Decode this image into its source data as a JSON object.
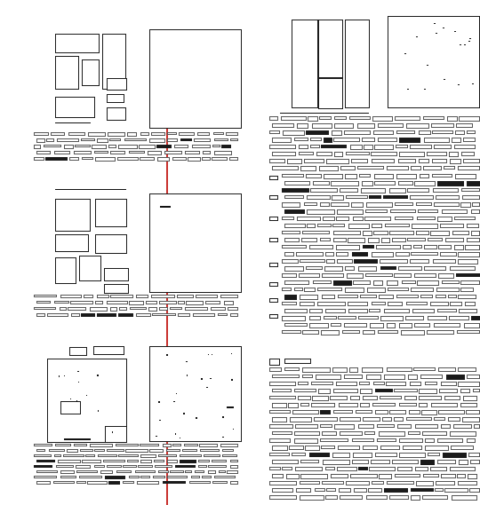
{
  "colors": {
    "background": "#ffffff",
    "stroke": "#1a1a1a",
    "accent_line": "#c8302c"
  },
  "panels": [
    {
      "name": "left-top-layout-panel"
    },
    {
      "name": "left-middle-layout-panel"
    },
    {
      "name": "left-bottom-layout-panel"
    },
    {
      "name": "right-top-layout-panel"
    },
    {
      "name": "right-middle-layout-panel"
    },
    {
      "name": "right-bottom-layout-panel"
    }
  ]
}
